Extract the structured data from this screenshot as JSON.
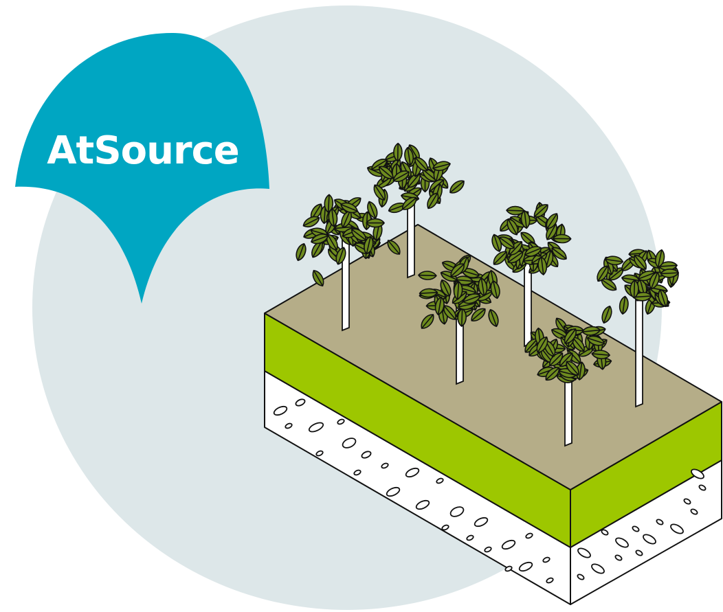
{
  "brand": {
    "name": "AtSource"
  },
  "colors": {
    "background_circle": "#dde7e9",
    "badge": "#00a6c2",
    "badge_text": "#ffffff",
    "soil_top": "#b5ad88",
    "grass_layer": "#9dc700",
    "subsoil": "#ffffff",
    "leaf": "#6e8b1f",
    "leaf_stroke": "#111111",
    "trunk": "#ffffff"
  },
  "illustration": {
    "subject": "isometric-soil-block-with-trees",
    "tree_count": 6,
    "layers": [
      "topsoil",
      "grass",
      "subsoil"
    ]
  }
}
